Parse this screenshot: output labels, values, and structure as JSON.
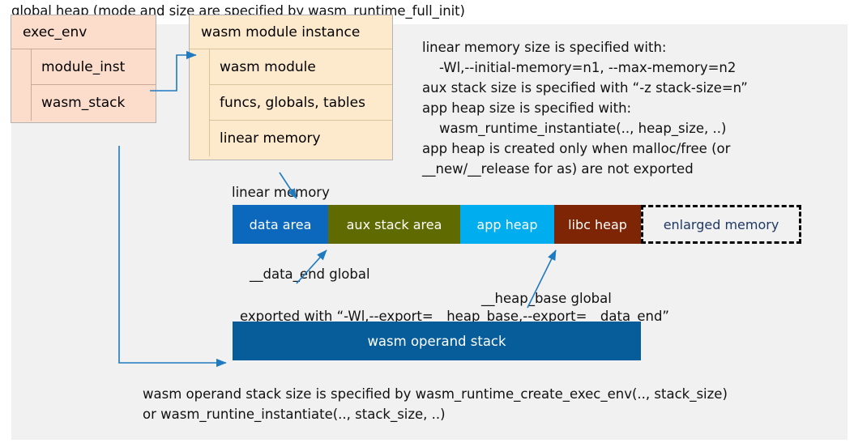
{
  "title": "global heap (mode and size are specified by wasm_runtime_full_init)",
  "exec_env": {
    "header": "exec_env",
    "rows": [
      "module_inst",
      "wasm_stack"
    ]
  },
  "module_instance": {
    "header": "wasm module instance",
    "rows": [
      "wasm module",
      "funcs, globals, tables",
      "linear memory"
    ]
  },
  "right_note": "linear memory size is specified with:\n    -Wl,--initial-memory=n1, --max-memory=n2\naux stack size is specified with “-z stack-size=n”\napp heap size is specified with:\n    wasm_runtime_instantiate(.., heap_size, ..)\napp heap is created only when malloc/free (or\n__new/__release for as) are not exported",
  "linear_memory": {
    "label": "linear memory",
    "segments": [
      {
        "label": "data area",
        "color": "#0b68bd",
        "text_color": "#ffffff",
        "width": 118,
        "dashed": false
      },
      {
        "label": "aux stack area",
        "color": "#5f6b00",
        "text_color": "#ffffff",
        "width": 163,
        "dashed": false
      },
      {
        "label": "app heap",
        "color": "#00aeef",
        "text_color": "#ffffff",
        "width": 116,
        "dashed": false
      },
      {
        "label": "libc heap",
        "color": "#7e2505",
        "text_color": "#ffffff",
        "width": 107,
        "dashed": false
      },
      {
        "label": "enlarged memory",
        "color": "#f1f1f1",
        "text_color": "#1f3864",
        "width": 198,
        "dashed": true
      }
    ]
  },
  "annotations": {
    "data_end": "__data_end global",
    "heap_base": "__heap_base global",
    "exported": "exported with “-Wl,--export=__heap_base,--export=__data_end”"
  },
  "operand_stack": {
    "label": "wasm operand stack",
    "note": "wasm operand stack size is specified by wasm_runtime_create_exec_env(.., stack_size)\nor wasm_runtine_instantiate(.., stack_size, ..)"
  },
  "colors": {
    "panel_background": "#f1f1f1",
    "exec_env_fill": "#fcdcca",
    "module_instance_fill": "#fdeacd",
    "operand_stack_fill": "#075d9a",
    "connector": "#1f7ac0"
  }
}
